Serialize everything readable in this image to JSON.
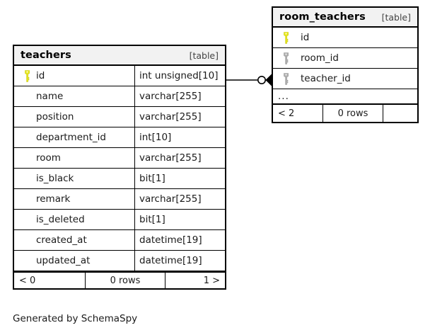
{
  "diagram": {
    "caption": "Generated by SchemaSpy",
    "colors": {
      "primary_key": "#e8e81e",
      "foreign_key": "#b0b0b0",
      "header_background": "#f2f2f2",
      "border": "#000000",
      "text": "#1a1a1a"
    }
  },
  "tables": {
    "teachers": {
      "title": "teachers",
      "kind": "[table]",
      "columns": [
        {
          "key": "primary-key-icon",
          "name": "id",
          "type": "int unsigned[10]"
        },
        {
          "key": "none",
          "name": "name",
          "type": "varchar[255]"
        },
        {
          "key": "none",
          "name": "position",
          "type": "varchar[255]"
        },
        {
          "key": "none",
          "name": "department_id",
          "type": "int[10]"
        },
        {
          "key": "none",
          "name": "room",
          "type": "varchar[255]"
        },
        {
          "key": "none",
          "name": "is_black",
          "type": "bit[1]"
        },
        {
          "key": "none",
          "name": "remark",
          "type": "varchar[255]"
        },
        {
          "key": "none",
          "name": "is_deleted",
          "type": "bit[1]"
        },
        {
          "key": "none",
          "name": "created_at",
          "type": "datetime[19]"
        },
        {
          "key": "none",
          "name": "updated_at",
          "type": "datetime[19]"
        }
      ],
      "footer": {
        "prev": "< 0",
        "rows": "0 rows",
        "next": "1 >"
      }
    },
    "room_teachers": {
      "title": "room_teachers",
      "kind": "[table]",
      "columns": [
        {
          "key": "primary-key-icon",
          "name": "id"
        },
        {
          "key": "foreign-key-icon",
          "name": "room_id"
        },
        {
          "key": "foreign-key-icon",
          "name": "teacher_id"
        }
      ],
      "more_indicator": "...",
      "footer": {
        "prev": "< 2",
        "rows": "0 rows",
        "next": ""
      }
    }
  },
  "relationship": {
    "from_table": "teachers",
    "from_column": "id",
    "to_table": "room_teachers",
    "to_column": "teacher_id",
    "notation": "crow-foot",
    "cardinality": "zero-or-many"
  }
}
